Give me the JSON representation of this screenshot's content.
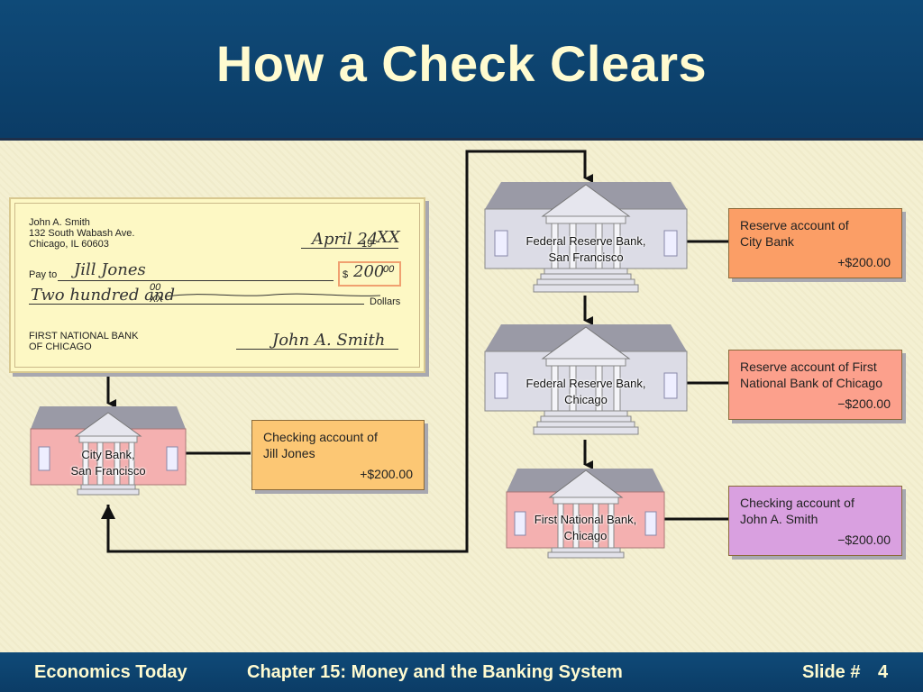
{
  "slide": {
    "title": "How a Check Clears"
  },
  "check": {
    "payer_name": "John A. Smith",
    "payer_address1": "132 South Wabash Ave.",
    "payer_address2": "Chicago, IL 60603",
    "date": "April 24",
    "year_prefix": "19",
    "year": "XX",
    "pay_to_label": "Pay to",
    "payee": "Jill Jones",
    "amount_symbol": "$",
    "amount": "200",
    "amount_cents": "00",
    "written_amount": "Two hundred and",
    "written_cents_top": "00",
    "written_cents_bottom": "XX",
    "dollars_label": "Dollars",
    "bank_line1": "FIRST NATIONAL BANK",
    "bank_line2": "OF CHICAGO",
    "signature": "John A. Smith"
  },
  "banks": {
    "city_bank": {
      "line1": "City Bank,",
      "line2": "San Francisco"
    },
    "fed_sf": {
      "line1": "Federal Reserve Bank,",
      "line2": "San Francisco"
    },
    "fed_chi": {
      "line1": "Federal Reserve Bank,",
      "line2": "Chicago"
    },
    "first_national": {
      "line1": "First National Bank,",
      "line2": "Chicago"
    }
  },
  "accounts": {
    "jill": {
      "line1": "Checking account of",
      "line2": "Jill Jones",
      "amount": "+$200.00",
      "color": "#fcc774"
    },
    "city_reserve": {
      "line1": "Reserve account of",
      "line2": "City Bank",
      "amount": "+$200.00",
      "color": "#fb9e66"
    },
    "fnb_reserve": {
      "line1": "Reserve account of First",
      "line2": "National Bank of Chicago",
      "amount": "−$200.00",
      "color": "#fca08c"
    },
    "smith": {
      "line1": "Checking account of",
      "line2": "John A. Smith",
      "amount": "−$200.00",
      "color": "#d9a0e0"
    }
  },
  "footer": {
    "left": "Economics Today",
    "center": "Chapter 15: Money and the Banking System",
    "right_label": "Slide #",
    "slide_number": "4"
  },
  "colors": {
    "header_bg": "#0f4a78",
    "title_text": "#fffbd0",
    "fed_bank": "#dcdce6",
    "commercial_bank": "#f4b0b0"
  }
}
